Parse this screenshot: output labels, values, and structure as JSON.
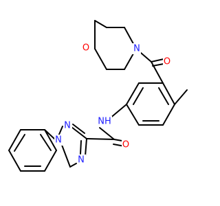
{
  "molecule": {
    "colors": {
      "bond": "#000000",
      "carbon": "#000000",
      "nitrogen": "#2020ff",
      "oxygen": "#ff0000"
    },
    "atoms": [
      {
        "id": "o-morph",
        "label": "O",
        "element": "O"
      },
      {
        "id": "n-morph",
        "label": "N",
        "element": "N"
      },
      {
        "id": "o-carbonyl-1",
        "label": "O",
        "element": "O"
      },
      {
        "id": "n-amide",
        "label": "NH",
        "element": "N"
      },
      {
        "id": "o-carbonyl-2",
        "label": "O",
        "element": "O"
      },
      {
        "id": "n-triazole-1",
        "label": "N",
        "element": "N"
      },
      {
        "id": "n-triazole-2",
        "label": "N",
        "element": "N"
      },
      {
        "id": "n-triazole-4",
        "label": "N",
        "element": "N"
      }
    ]
  }
}
